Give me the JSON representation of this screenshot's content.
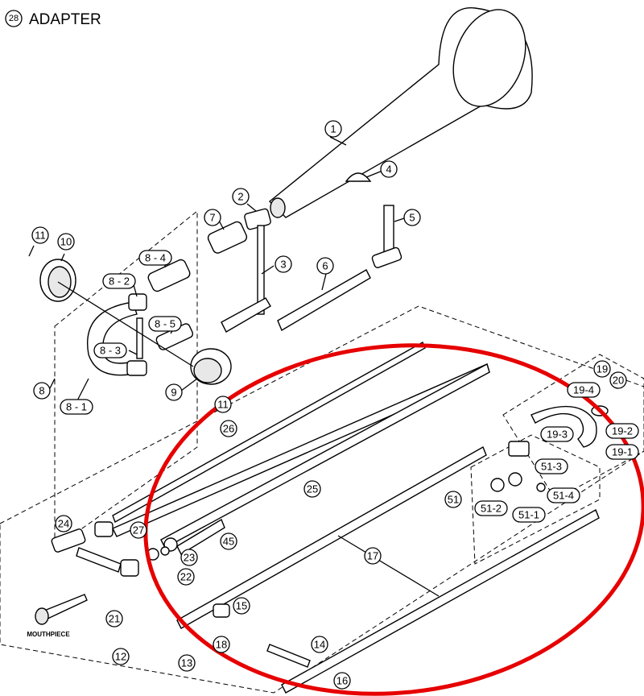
{
  "title": "ADAPTER",
  "section_number": "28",
  "mouthpiece_label": "MOUTHPIECE",
  "highlight_color": "#e60000",
  "labels": [
    "1",
    "2",
    "3",
    "4",
    "5",
    "6",
    "7",
    "8",
    "8 - 1",
    "8 - 2",
    "8 - 3",
    "8 - 4",
    "8 - 5",
    "9",
    "10",
    "11",
    "11",
    "12",
    "13",
    "14",
    "15",
    "16",
    "17",
    "18",
    "19",
    "19-1",
    "19-2",
    "19-3",
    "19-4",
    "20",
    "21",
    "22",
    "23",
    "24",
    "25",
    "26",
    "27",
    "45",
    "51",
    "51-1",
    "51-2",
    "51-3",
    "51-4"
  ]
}
